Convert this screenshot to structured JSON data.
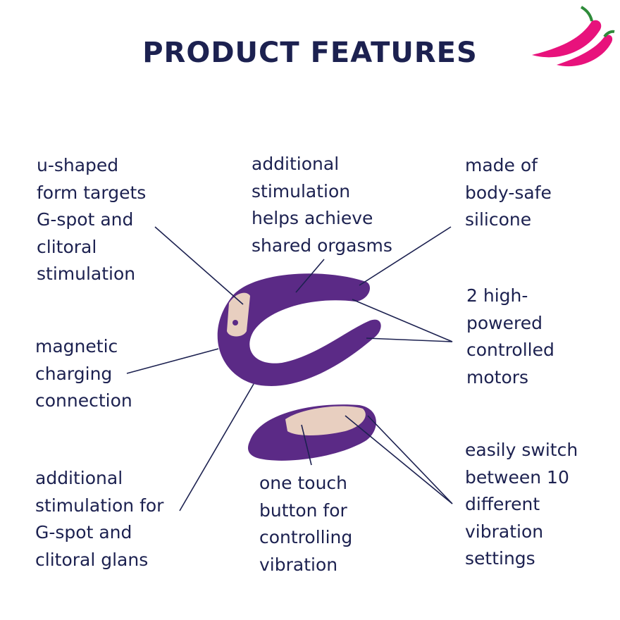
{
  "header": {
    "title": "PRODUCT FEATURES"
  },
  "logo": {
    "icon": "chili-pepper-icon",
    "color": "#e8127c"
  },
  "colors": {
    "text": "#1c2150",
    "product": "#5b2a86",
    "accent": "#e8cfc0"
  },
  "features": {
    "u_shape": [
      "u-shaped",
      "form targets",
      "G-spot and",
      "clitoral",
      "stimulation"
    ],
    "shared": [
      "additional",
      "stimulation",
      "helps achieve",
      "shared orgasms"
    ],
    "silicone": [
      "made of",
      "body-safe",
      "silicone"
    ],
    "motors": [
      "2 high-",
      "powered",
      "controlled",
      "motors"
    ],
    "charging": [
      "magnetic",
      "charging",
      "connection"
    ],
    "gspot": [
      "additional",
      "stimulation for",
      "G-spot and",
      "clitoral glans"
    ],
    "button": [
      "one touch",
      "button for",
      "controlling",
      "vibration"
    ],
    "settings": [
      "easily switch",
      "between 10",
      "different",
      "vibration",
      "settings"
    ]
  }
}
